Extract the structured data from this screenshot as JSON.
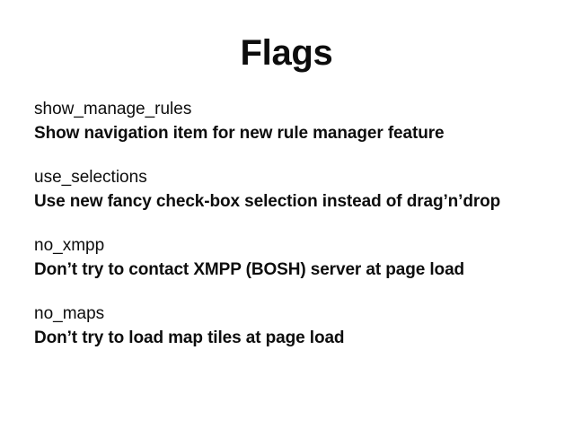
{
  "slide": {
    "title": "Flags",
    "background_color": "#ffffff",
    "text_color": "#0d0d0d",
    "flags": [
      {
        "name": "show_manage_rules",
        "description": "Show navigation item for new rule manager feature"
      },
      {
        "name": "use_selections",
        "description": "Use new fancy check-box selection instead of drag’n’drop"
      },
      {
        "name": "no_xmpp",
        "description": "Don’t try to contact XMPP (BOSH) server at page load"
      },
      {
        "name": "no_maps",
        "description": "Don’t try to load map tiles at page load"
      }
    ]
  }
}
